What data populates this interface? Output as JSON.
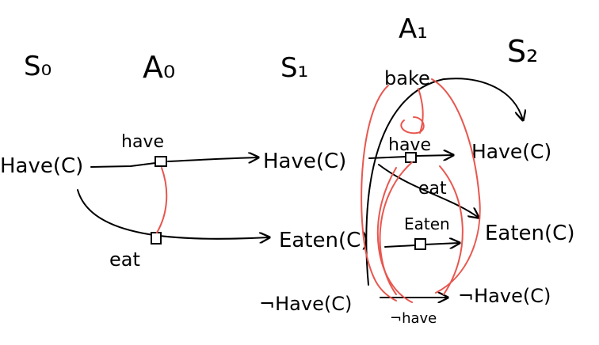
{
  "colors": {
    "ink": "#000000",
    "mutex": "#e8574f",
    "background": "#ffffff"
  },
  "levels": {
    "s0": "S₀",
    "a0": "A₀",
    "s1": "S₁",
    "a1": "A₁",
    "s2": "S₂"
  },
  "literals": {
    "s0_have": "Have(C)",
    "s1_have": "Have(C)",
    "s1_eaten": "Eaten(C)",
    "s1_not_have": "¬Have(C)",
    "s2_have": "Have(C)",
    "s2_eaten": "Eaten(C)",
    "s2_not_have": "¬Have(C)"
  },
  "actions": {
    "a0_have": "have",
    "a0_eat": "eat",
    "a1_bake": "bake",
    "a1_have": "have",
    "a1_eat": "eat",
    "a1_eaten": "Eaten",
    "a1_not_have": "¬have"
  }
}
